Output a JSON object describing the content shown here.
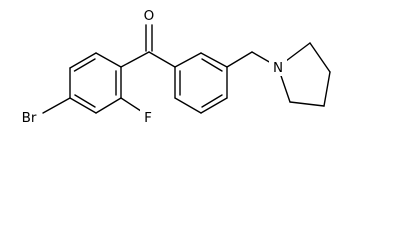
{
  "molecule": {
    "atoms": {
      "oxygen": "O",
      "bromine": "Br",
      "fluorine": "F",
      "nitrogen": "N"
    }
  },
  "colors": {
    "background": "#ffffff",
    "bond": "#000000",
    "label": "#000000"
  }
}
